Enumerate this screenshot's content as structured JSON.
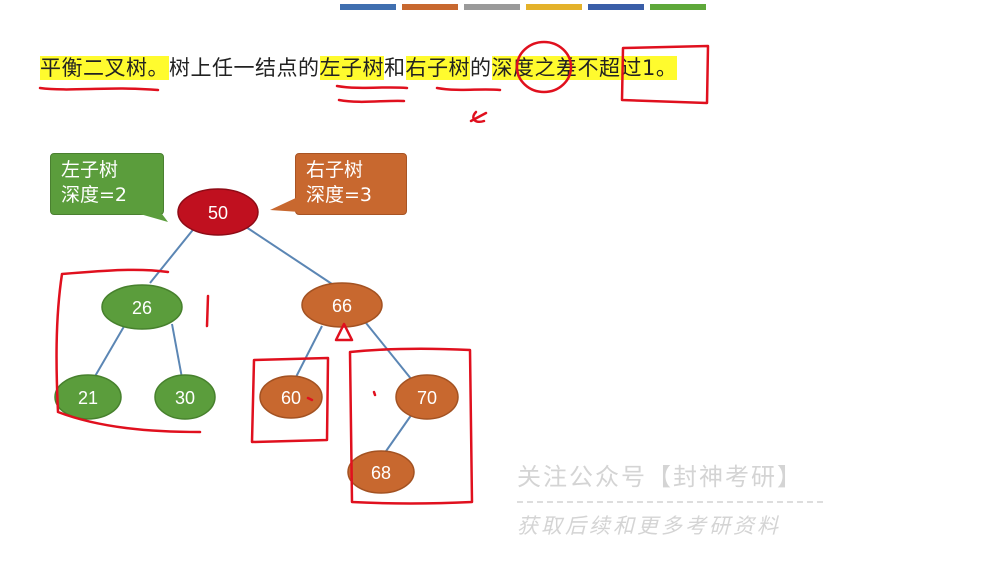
{
  "title": {
    "seg1": "平衡二叉树。",
    "seg2": "树上任一结点的",
    "seg3": "左子树",
    "seg4": "和",
    "seg5": "右子树",
    "seg6": "的",
    "seg7": "深度之差",
    "seg8": "不超过1。"
  },
  "callouts": {
    "left": {
      "line1": "左子树",
      "line2": "深度=2"
    },
    "right": {
      "line1": "右子树",
      "line2": "深度=3"
    }
  },
  "nodes": {
    "n50": "50",
    "n26": "26",
    "n66": "66",
    "n21": "21",
    "n30": "30",
    "n60": "60",
    "n70": "70",
    "n68": "68"
  },
  "watermark": {
    "line1": "关注公众号【封神考研】",
    "line2": "获取后续和更多考研资料"
  },
  "colors": {
    "root": "#c0101f",
    "left_subtree": "#5b9d3c",
    "right_subtree": "#c8682f",
    "highlight": "#fffb2e",
    "annotation": "#e0101e"
  }
}
